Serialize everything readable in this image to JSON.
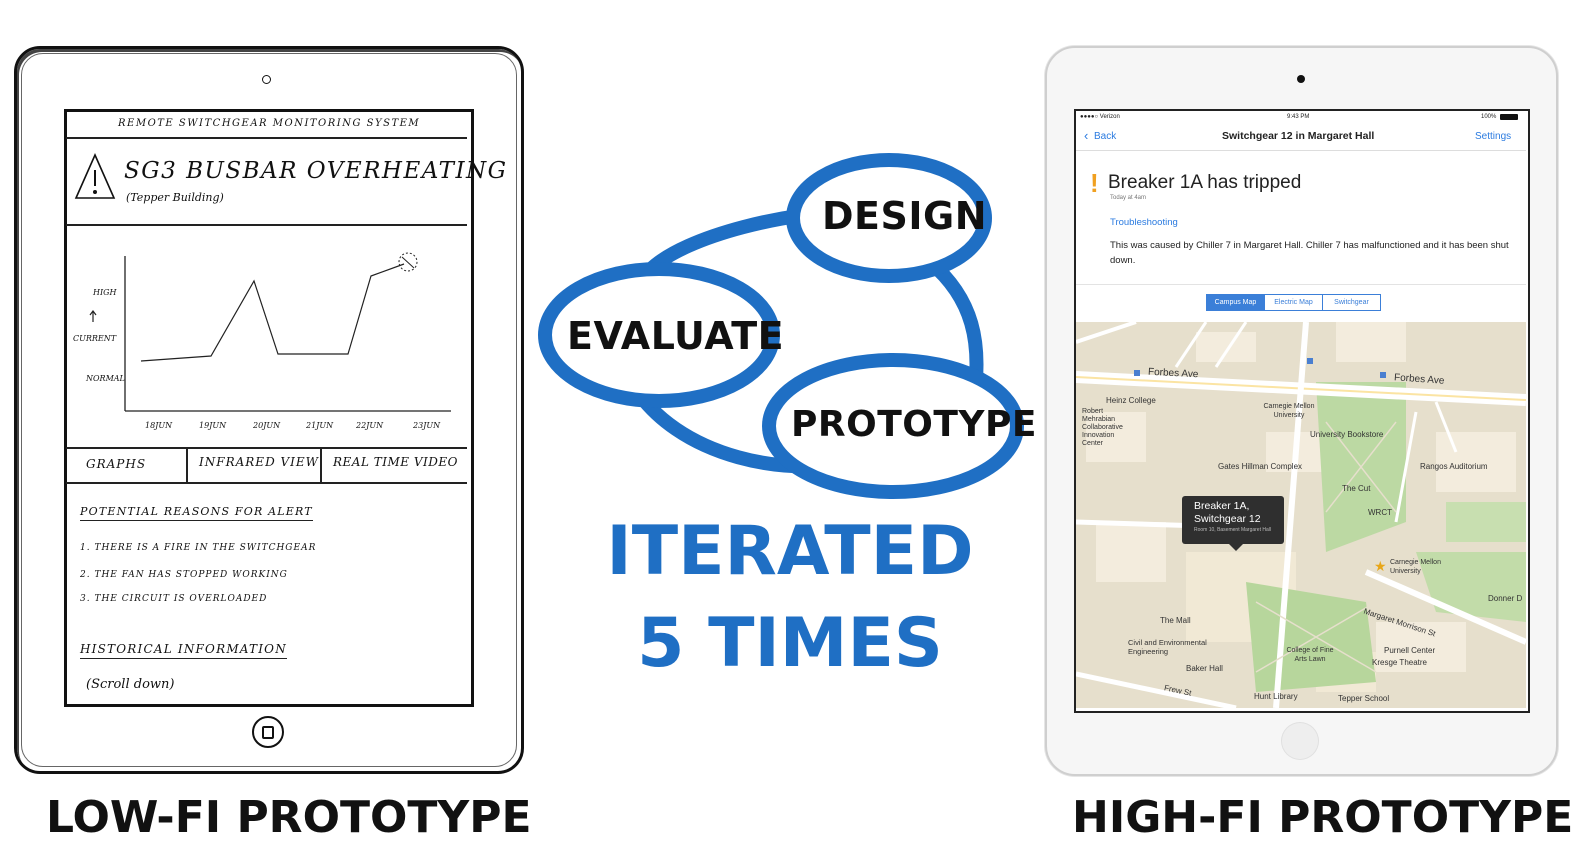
{
  "lofi": {
    "header": "REMOTE SWITCHGEAR MONITORING SYSTEM",
    "alert_title": "SG3 BUSBAR OVERHEATING",
    "alert_location": "(Tepper Building)",
    "y_high": "HIGH",
    "y_current": "CURRENT",
    "y_normal": "NORMAL",
    "x_labels": [
      "18JUN",
      "19JUN",
      "20JUN",
      "21JUN",
      "22JUN",
      "23JUN"
    ],
    "tabs": [
      "GRAPHS",
      "INFRARED VIEW",
      "REAL TIME VIDEO"
    ],
    "reasons_title": "POTENTIAL REASONS FOR ALERT",
    "reasons": [
      "1. THERE IS A FIRE IN THE SWITCHGEAR",
      "2. THE FAN HAS STOPPED WORKING",
      "3. THE CIRCUIT IS OVERLOADED"
    ],
    "history_title": "HISTORICAL INFORMATION",
    "scroll_hint": "(Scroll down)",
    "caption": "LOW-FI PROTOTYPE"
  },
  "cycle": {
    "design": "DESIGN",
    "evaluate": "EVALUATE",
    "prototype": "PROTOTYPE",
    "iterated_line1": "ITERATED",
    "iterated_line2": "5 TIMES",
    "color": "#1f6fc4"
  },
  "hifi": {
    "status_carrier": "●●●●○ Verizon",
    "status_time": "9:43 PM",
    "status_battery": "100%",
    "nav_back": "Back",
    "nav_title": "Switchgear 12 in Margaret Hall",
    "nav_settings": "Settings",
    "alert_title": "Breaker 1A has tripped",
    "alert_time": "Today at 4am",
    "troubleshooting": "Troubleshooting",
    "description": "This was caused by Chiller 7 in Margaret Hall. Chiller 7 has malfunctioned and it has been shut down.",
    "segments": [
      "Campus Map",
      "Electric Map",
      "Switchgear"
    ],
    "segment_selected": "Campus Map",
    "map_labels": {
      "forbes1": "Forbes Ave",
      "forbes2": "Forbes Ave",
      "heinz": "Heinz College",
      "robert": "Robert Mehrabian Collaborative Innovation Center",
      "cmu": "Carnegie Mellon University",
      "bookstore": "University Bookstore",
      "gates": "Gates Hillman Complex",
      "rangos": "Rangos Auditorium",
      "cut": "The Cut",
      "wrct": "WRCT",
      "mall": "The Mall",
      "civil": "Civil and Environmental Engineering",
      "cfa": "College of Fine Arts Lawn",
      "purnell": "Purnell Center",
      "kresge": "Kresge Theatre",
      "baker": "Baker Hall",
      "hunt": "Hunt Library",
      "tepper": "Tepper School",
      "margaret": "Margaret Morrison St",
      "cmu2": "Carnegie Mellon University",
      "donner": "Donner D",
      "frew": "Frew St"
    },
    "callout": "Breaker 1A, Switchgear 12",
    "callout_sub": "Room 10, Basement Margaret Hall",
    "caption": "HIGH-FI PROTOTYPE"
  }
}
